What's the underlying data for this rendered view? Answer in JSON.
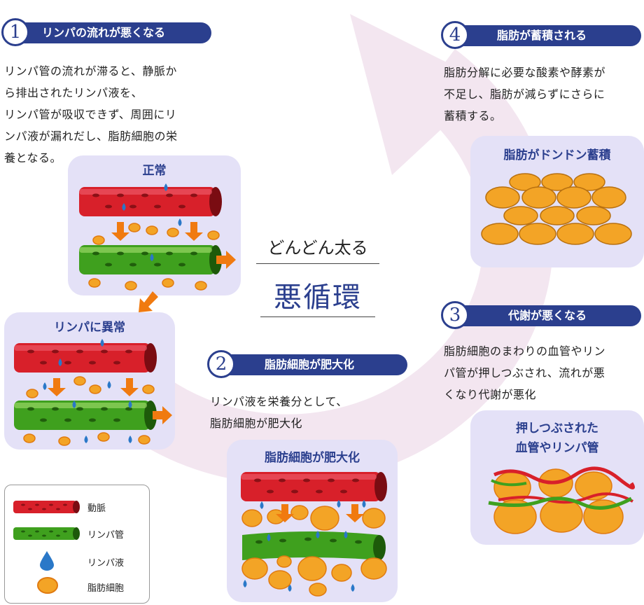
{
  "colors": {
    "navy": "#2b3f8e",
    "artery": "#d8202a",
    "lymph": "#3fa01e",
    "fat": "#f0a020",
    "drop": "#2a78c8",
    "arrow": "#f07a10",
    "panel": "#e4e1f7",
    "cycle": "#f1e4ee"
  },
  "center": {
    "subtitle": "どんどん太る",
    "title": "悪循環"
  },
  "steps": [
    {
      "num": "1",
      "title": "リンパの流れが悪くなる",
      "desc": [
        "リンパ管の流れが滞ると、静脈か",
        "ら排出されたリンパ液を、",
        "リンパ管が吸収できず、周囲にリ",
        "ンパ液が漏れだし、脂肪細胞の栄",
        "養となる。"
      ]
    },
    {
      "num": "2",
      "title": "脂肪細胞が肥大化",
      "desc": [
        "リンパ液を栄養分として、",
        "脂肪細胞が肥大化"
      ]
    },
    {
      "num": "3",
      "title": "代謝が悪くなる",
      "desc": [
        "脂肪細胞のまわりの血管やリン",
        "パ管が押しつぶされ、流れが悪",
        "くなり代謝が悪化"
      ]
    },
    {
      "num": "4",
      "title": "脂肪が蓄積される",
      "desc": [
        "脂肪分解に必要な酸素や酵素が",
        "不足し、脂肪が減らずにさらに",
        "蓄積する。"
      ]
    }
  ],
  "panels": {
    "normal": "正常",
    "abnormal": "リンパに異常",
    "enlarged": "脂肪細胞が肥大化",
    "crushed": [
      "押しつぶされた",
      "血管やリンパ管"
    ],
    "accumulate": "脂肪がドンドン蓄積"
  },
  "legend": [
    {
      "icon": "artery",
      "label": "動脈"
    },
    {
      "icon": "lymph-vessel",
      "label": "リンパ管"
    },
    {
      "icon": "lymph-drop",
      "label": "リンパ液"
    },
    {
      "icon": "fat-cell",
      "label": "脂肪細胞"
    }
  ]
}
